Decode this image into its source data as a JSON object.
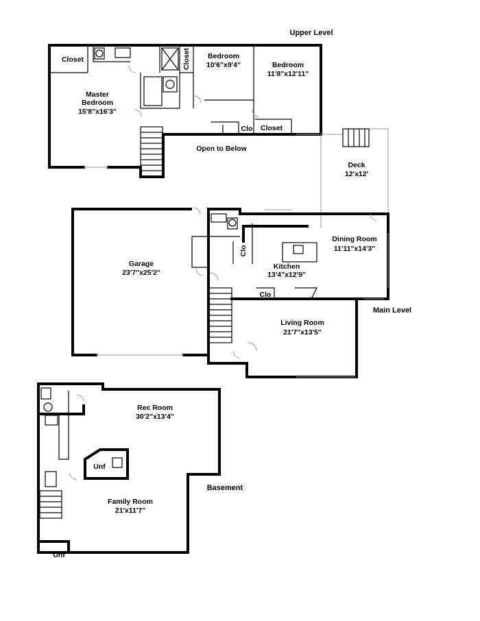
{
  "levels": {
    "upper": "Upper Level",
    "main": "Main Level",
    "basement": "Basement"
  },
  "upper": {
    "closet_left": "Closet",
    "closet_vertical": "Closet",
    "master_name_1": "Master",
    "master_name_2": "Bedroom",
    "master_dims": "15'8\"x16'3\"",
    "bedroom2_name": "Bedroom",
    "bedroom2_dims": "10'6\"x9'4\"",
    "bedroom3_name": "Bedroom",
    "bedroom3_dims": "11'8\"x12'11\"",
    "clo": "Clo",
    "closet_small": "Closet",
    "open_to_below": "Open to Below"
  },
  "main": {
    "deck_name": "Deck",
    "deck_dims": "12'x12'",
    "garage_name": "Garage",
    "garage_dims": "23'7\"x25'2\"",
    "dining_name": "Dining Room",
    "dining_dims": "11'11\"x14'3\"",
    "kitchen_name": "Kitchen",
    "kitchen_dims": "13'4\"x12'9\"",
    "clo_vertical": "Clo",
    "clo": "Clo",
    "living_name": "Living Room",
    "living_dims": "21'7\"x13'5\""
  },
  "basement": {
    "rec_name": "Rec Room",
    "rec_dims": "30'2\"x13'4\"",
    "unf_center": "Unf",
    "family_name": "Family Room",
    "family_dims": "21'x11'7\"",
    "unf_corner": "Unf"
  }
}
